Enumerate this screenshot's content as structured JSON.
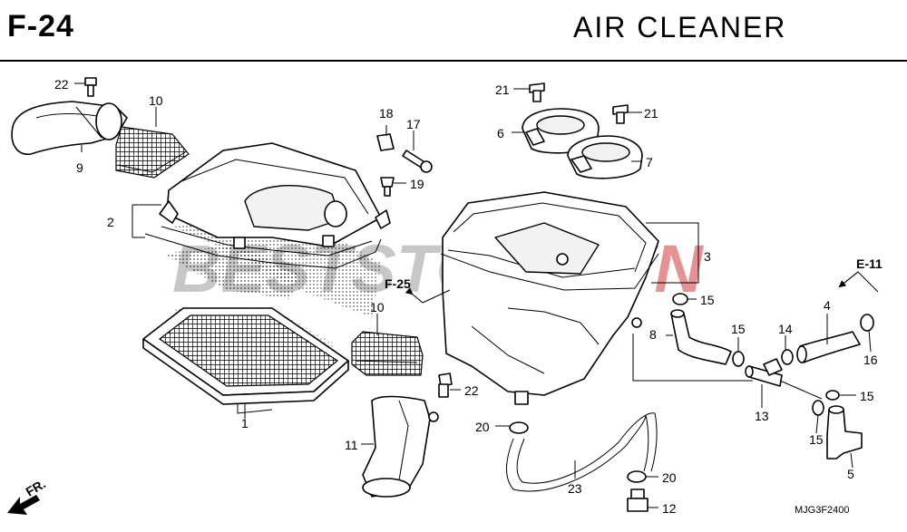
{
  "header": {
    "section_code": "F-24",
    "title": "AIR  CLEANER"
  },
  "watermark": {
    "text_main": "BESTSTOCK",
    "text_accent": "VN",
    "color_main": "#9a9a9a",
    "color_accent": "#d23a3a"
  },
  "references": {
    "ref_f25": "F-25",
    "ref_e11": "E-11"
  },
  "direction_marker": "FR.",
  "diagram_code": "MJG3F2400",
  "callouts": {
    "c1": "1",
    "c2": "2",
    "c3": "3",
    "c4": "4",
    "c5": "5",
    "c6": "6",
    "c7": "7",
    "c8": "8",
    "c9": "9",
    "c10a": "10",
    "c10b": "10",
    "c11": "11",
    "c12": "12",
    "c13": "13",
    "c14": "14",
    "c15a": "15",
    "c15b": "15",
    "c15c": "15",
    "c15d": "15",
    "c16": "16",
    "c17": "17",
    "c18": "18",
    "c19": "19",
    "c20a": "20",
    "c20b": "20",
    "c21a": "21",
    "c21b": "21",
    "c22a": "22",
    "c22b": "22",
    "c23": "23"
  },
  "colors": {
    "line": "#000000",
    "background": "#ffffff"
  }
}
